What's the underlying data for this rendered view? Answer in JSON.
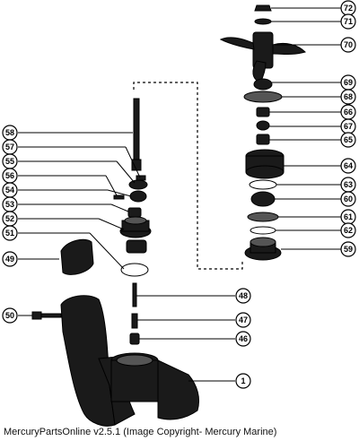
{
  "footer": "MercuryPartsOnline v2.5.1 (Image Copyright- Mercury Marine)",
  "colors": {
    "ink": "#000000",
    "part": "#1a1a1a",
    "background": "#ffffff"
  },
  "callouts": {
    "c72": "72",
    "c71": "71",
    "c70": "70",
    "c69": "69",
    "c68": "68",
    "c66": "66",
    "c67": "67",
    "c65": "65",
    "c64": "64",
    "c63": "63",
    "c60": "60",
    "c61": "61",
    "c62": "62",
    "c59": "59",
    "c58": "58",
    "c57": "57",
    "c55": "55",
    "c56": "56",
    "c54": "54",
    "c53": "53",
    "c52": "52",
    "c51": "51",
    "c49": "49",
    "c48": "48",
    "c47": "47",
    "c46": "46",
    "c50": "50",
    "c1": "1"
  }
}
